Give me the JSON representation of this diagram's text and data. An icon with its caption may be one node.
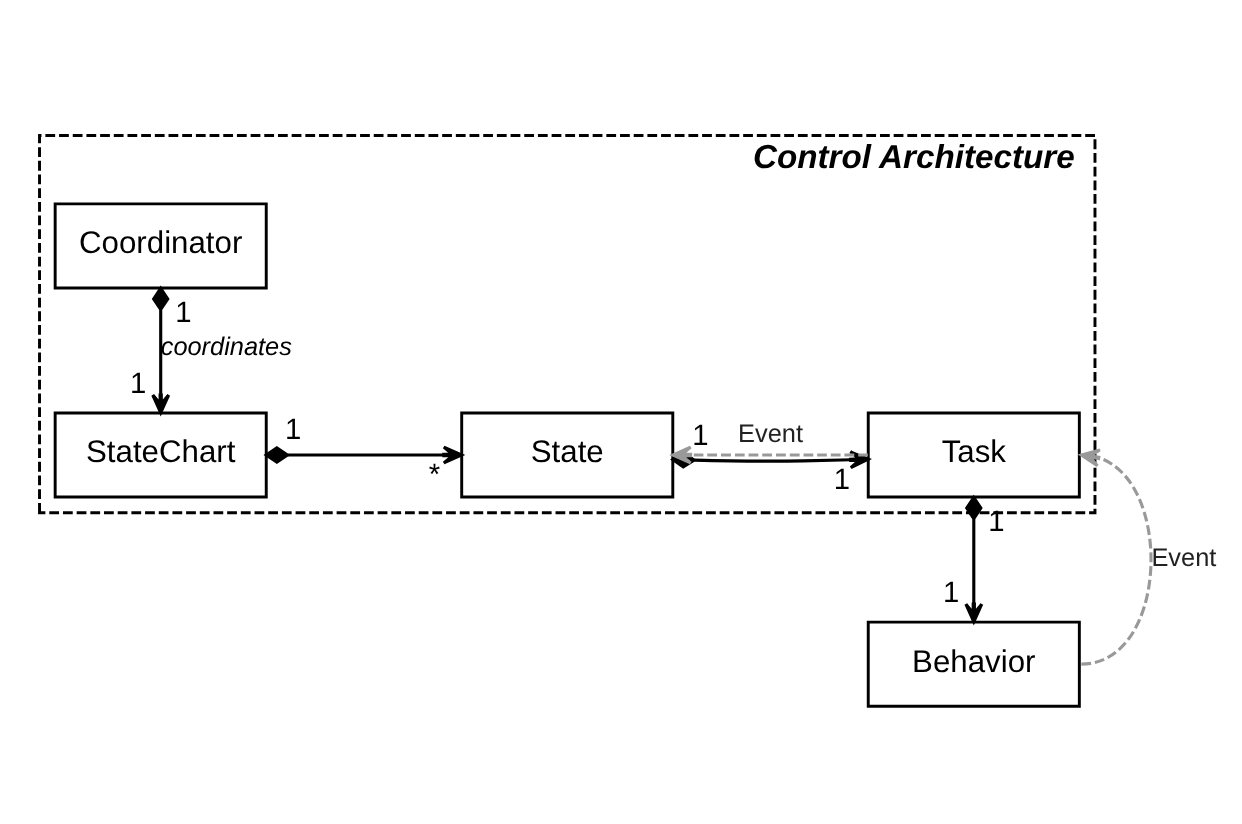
{
  "diagram": {
    "nodes": [
      {
        "text": [
          "Control Architecture"
        ]
      },
      {
        "text": [
          "Coordinator"
        ],
        "in": 0
      },
      {
        "text": [
          "StateChart"
        ],
        "in": 0
      },
      {
        "text": [
          "State"
        ],
        "in": 0
      },
      {
        "text": [
          "Task"
        ],
        "in": 0
      },
      {
        "text": [
          "Behavior"
        ]
      }
    ],
    "edges": [
      {
        "from": 1,
        "to": 2,
        "arrow": "to",
        "label": "coordinates"
      },
      {
        "from": 2,
        "to": 3,
        "arrow": "to"
      },
      {
        "from": 3,
        "to": 4,
        "arrow": "to"
      },
      {
        "from": 4,
        "to": 3,
        "arrow": "to",
        "label": "Event",
        "style": "dashed",
        "color": "#999999"
      },
      {
        "from": 4,
        "to": 5,
        "arrow": "to"
      },
      {
        "from": 5,
        "to": 4,
        "arrow": "to",
        "label": "Event",
        "style": "dashed",
        "color": "#999999"
      }
    ],
    "labels": [
      "1",
      "1",
      "1",
      "*",
      "1",
      "1",
      "1",
      "1"
    ]
  }
}
